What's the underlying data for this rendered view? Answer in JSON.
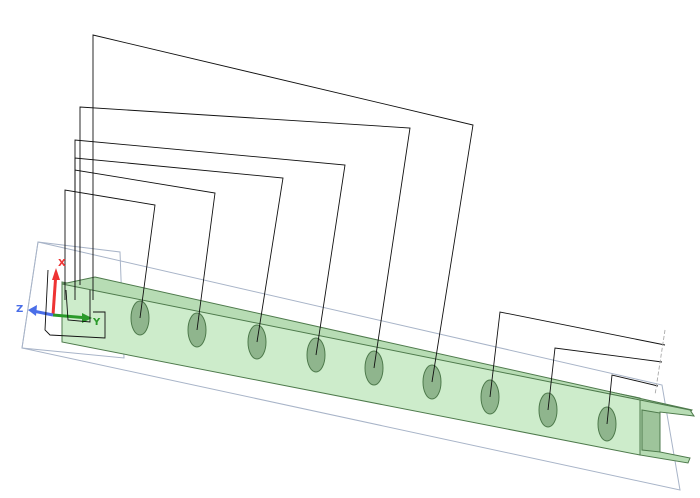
{
  "viewport": {
    "triad": {
      "x_label": "X",
      "y_label": "Y",
      "z_label": "Z"
    },
    "colors": {
      "part_fill": "#cdeccb",
      "part_edge": "#4e7a4c",
      "hole_fill": "#8fb58d",
      "bbox_stroke": "#a8b4c8",
      "dimension_stroke": "#111111",
      "axis_x": "#ee3333",
      "axis_y": "#2a9a2a",
      "axis_z": "#4a6ee8"
    },
    "hole_count": 9
  }
}
